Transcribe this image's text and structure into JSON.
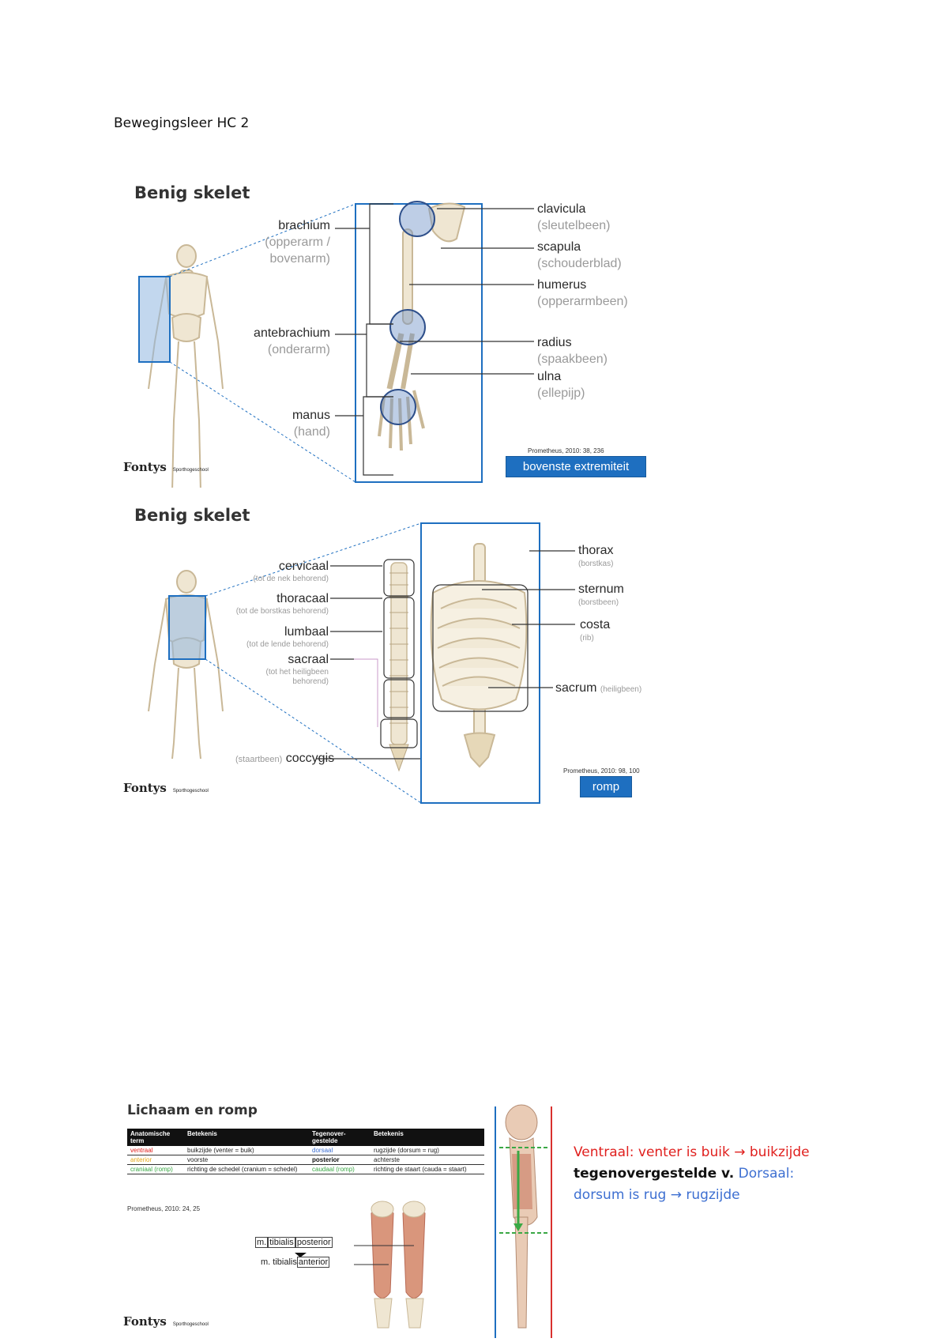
{
  "document": {
    "title": "Bewegingsleer HC 2"
  },
  "slide1": {
    "title": "Benig skelet",
    "left_labels": [
      {
        "name": "brachium",
        "sub1": "(opperarm /",
        "sub2": "bovenarm)"
      },
      {
        "name": "antebrachium",
        "sub1": "(onderarm)"
      },
      {
        "name": "manus",
        "sub1": "(hand)"
      }
    ],
    "right_labels": [
      {
        "name": "clavicula",
        "sub": "(sleutelbeen)"
      },
      {
        "name": "scapula",
        "sub": "(schouderblad)"
      },
      {
        "name": "humerus",
        "sub": "(opperarmbeen)"
      },
      {
        "name": "radius",
        "sub": "(spaakbeen)"
      },
      {
        "name": "ulna",
        "sub": "(ellepijp)"
      }
    ],
    "credit": "Prometheus, 2010: 38, 236",
    "button": "bovenste extremiteit",
    "logo": "Fontys",
    "logo_sub": "Sporthogeschool"
  },
  "slide2": {
    "title": "Benig skelet",
    "left_labels": [
      {
        "name": "cervicaal",
        "sub": "(tot de nek behorend)"
      },
      {
        "name": "thoracaal",
        "sub": "(tot de borstkas behorend)"
      },
      {
        "name": "lumbaal",
        "sub": "(tot de lende behorend)"
      },
      {
        "name": "sacraal",
        "sub1": "(tot het heiligbeen",
        "sub2": "behorend)"
      }
    ],
    "coccygis": {
      "sub": "(staartbeen)",
      "name": "coccygis"
    },
    "right_labels": [
      {
        "name": "thorax",
        "sub": "(borstkas)"
      },
      {
        "name": "sternum",
        "sub": "(borstbeen)"
      },
      {
        "name": "costa",
        "sub": "(rib)"
      }
    ],
    "sacrum": {
      "name": "sacrum",
      "sub": "(heiligbeen)"
    },
    "credit": "Prometheus, 2010: 98, 100",
    "button": "romp",
    "logo": "Fontys",
    "logo_sub": "Sporthogeschool"
  },
  "slide3": {
    "title": "Lichaam en romp",
    "table": {
      "headers": [
        "Anatomische term",
        "Betekenis",
        "Tegenover-gestelde",
        "Betekenis"
      ],
      "rows": [
        {
          "term": "ventraal",
          "meaning": "buikzijde (venter = buik)",
          "opposite": "dorsaal",
          "opposite_meaning": "rugzijde (dorsum = rug)",
          "term_color": "#e0201e",
          "opposite_color": "#3d6fd1"
        },
        {
          "term": "anterior",
          "meaning": "voorste",
          "opposite": "posterior",
          "opposite_meaning": "achterste",
          "term_color": "#e6a817",
          "opposite_color": "#111111"
        },
        {
          "term": "craniaal (romp)",
          "meaning": "richting de schedel (cranium = schedel)",
          "opposite": "caudaal (romp)",
          "opposite_meaning": "richting de staart (cauda = staart)",
          "term_color": "#3aa845",
          "opposite_color": "#3aa845"
        }
      ]
    },
    "credit": "Prometheus, 2010: 24, 25",
    "muscle1": {
      "m": "m.",
      "tibialis": "tibialis",
      "dir": "posterior"
    },
    "muscle2": {
      "m": "m.",
      "tibialis": "tibialis",
      "dir": "anterior"
    },
    "logo": "Fontys",
    "logo_sub": "Sporthogeschool"
  },
  "note": {
    "line1_a": "Ventraal: venter is buik",
    "arrow": "→",
    "line1_b": "buikzijde",
    "line2_a": "tegenovergestelde v.",
    "line2_b": "Dorsaal:",
    "line3_a": "dorsum is rug",
    "line3_b": "rugzijde"
  },
  "colors": {
    "accent_blue": "#1e6fc0",
    "red": "#e0201e",
    "blue_text": "#3d6fd1"
  }
}
